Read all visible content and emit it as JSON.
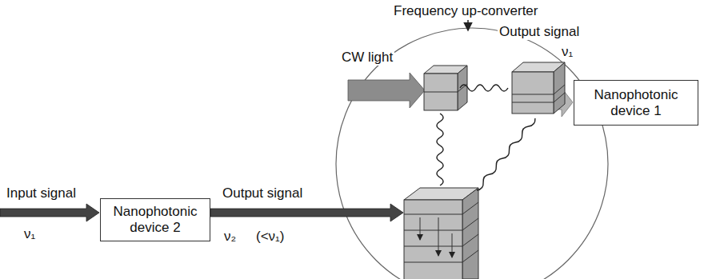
{
  "diagram": {
    "nodes": [
      {
        "text": [
          "Nanophotonic device 1"
        ]
      },
      {
        "text": [
          "Nanophotonic device 2"
        ]
      }
    ],
    "labels": [
      "Frequency up-converter",
      "Output signal",
      "ν₁",
      "CW light",
      "Input signal",
      "ν₁",
      "Output signal",
      "ν₂",
      "(<ν₁)"
    ]
  }
}
